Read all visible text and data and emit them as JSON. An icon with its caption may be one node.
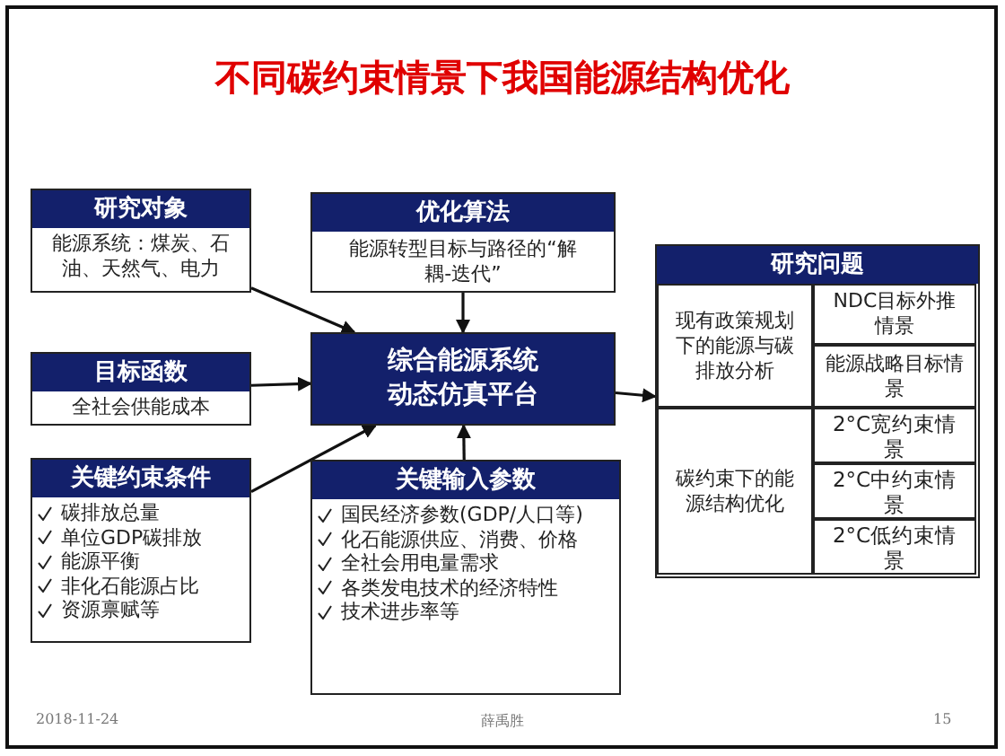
{
  "diagram": {
    "title": "不同碳约束情景下我国能源结构优化",
    "nodes": [
      {
        "text": [
          "研究对象",
          "能源系统：煤炭、石油、天然气、电力"
        ]
      },
      {
        "text": [
          "优化算法",
          "能源转型目标与路径的“解耦-迭代”"
        ]
      },
      {
        "text": [
          "目标函数",
          "全社会供能成本"
        ]
      },
      {
        "text": [
          "综合能源系统动态仿真平台"
        ]
      },
      {
        "text": [
          "关键约束条件",
          "碳排放总量",
          "单位GDP碳排放",
          "能源平衡",
          "非化石能源占比",
          "资源禀赋等"
        ]
      },
      {
        "text": [
          "关键输入参数",
          "国民经济参数(GDP/人口等)",
          "化石能源供应、消费、价格",
          "全社会用电量需求",
          "各类发电技术的经济特性",
          "技术进步率等"
        ]
      },
      {
        "text": [
          "研究问题"
        ]
      },
      {
        "text": [
          "现有政策规划下的能源与碳排放分析"
        ],
        "in": 6
      },
      {
        "text": [
          "NDC目标外推情景"
        ],
        "in": 6
      },
      {
        "text": [
          "能源战略目标情景"
        ],
        "in": 6
      },
      {
        "text": [
          "碳约束下的能源结构优化"
        ],
        "in": 6
      },
      {
        "text": [
          "2°C宽约束情景"
        ],
        "in": 6
      },
      {
        "text": [
          "2°C中约束情景"
        ],
        "in": 6
      },
      {
        "text": [
          "2°C低约束情景"
        ],
        "in": 6
      }
    ],
    "edges": [
      {
        "from": 0,
        "to": 3,
        "arrow": "to"
      },
      {
        "from": 1,
        "to": 3,
        "arrow": "to"
      },
      {
        "from": 2,
        "to": 3,
        "arrow": "to"
      },
      {
        "from": 4,
        "to": 3,
        "arrow": "to"
      },
      {
        "from": 5,
        "to": 3,
        "arrow": "to"
      },
      {
        "from": 3,
        "to": 6,
        "arrow": "to"
      }
    ],
    "labels": [
      "2018-11-24",
      "薛禹胜",
      "15"
    ]
  }
}
